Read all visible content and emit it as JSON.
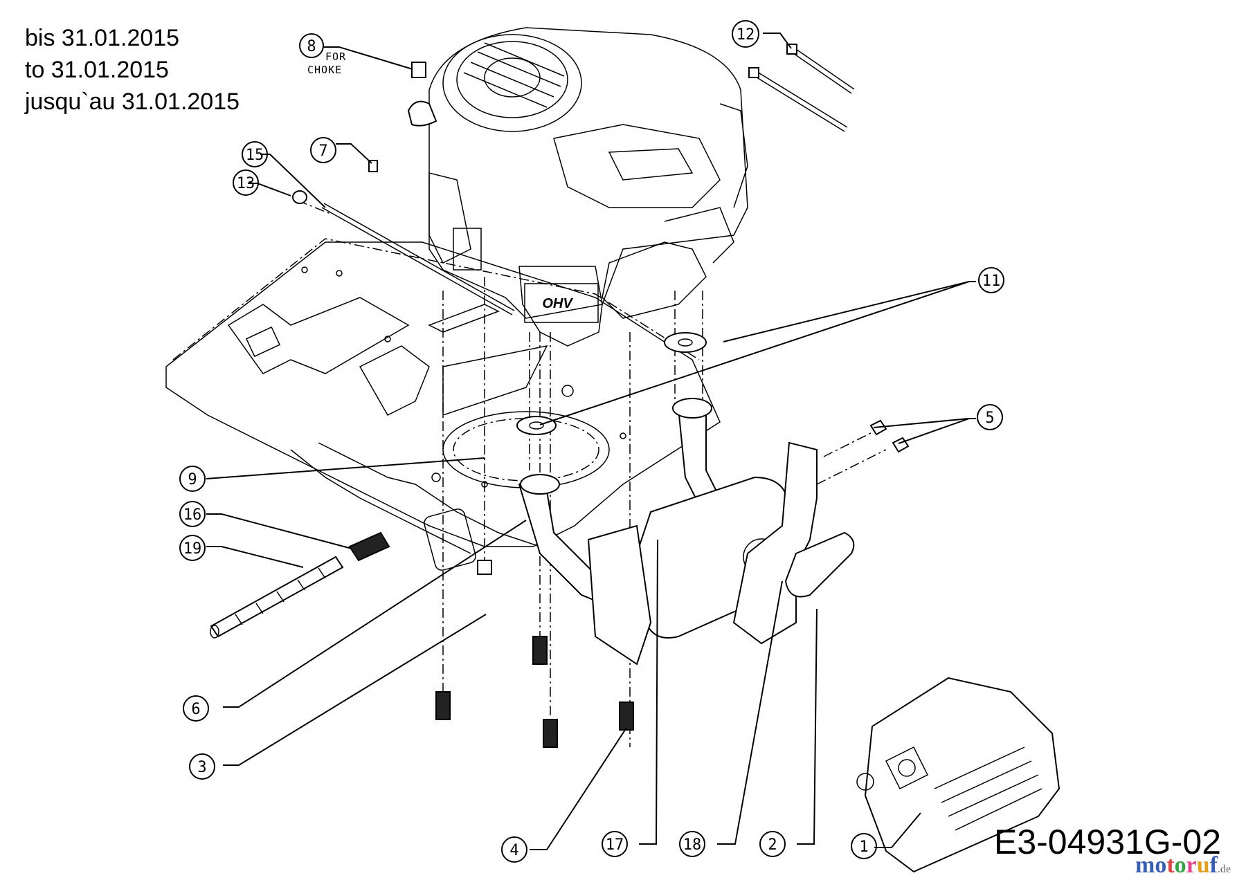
{
  "header": {
    "validity_lines": [
      "bis 31.01.2015",
      "to 31.01.2015",
      "jusqu`au 31.01.2015"
    ]
  },
  "footer": {
    "drawing_id": "E3-04931G-02",
    "watermark": {
      "letters": [
        "m",
        "o",
        "t",
        "o",
        "r",
        "u",
        "f"
      ],
      "colors": [
        "#3a5fb0",
        "#3a5fb0",
        "#d94848",
        "#3aa04a",
        "#e0458a",
        "#e0a020",
        "#3a5fb0"
      ],
      "suffix": ".de"
    }
  },
  "diagram": {
    "title": "Engine, exhaust and mounting parts exploded view",
    "engine_badge": "OHV",
    "choke_note": [
      "FOR",
      "CHOKE"
    ],
    "callouts": [
      {
        "number": "1"
      },
      {
        "number": "2"
      },
      {
        "number": "3"
      },
      {
        "number": "4"
      },
      {
        "number": "5"
      },
      {
        "number": "6"
      },
      {
        "number": "7"
      },
      {
        "number": "8"
      },
      {
        "number": "9"
      },
      {
        "number": "11"
      },
      {
        "number": "12"
      },
      {
        "number": "13"
      },
      {
        "number": "15"
      },
      {
        "number": "16"
      },
      {
        "number": "17"
      },
      {
        "number": "18"
      },
      {
        "number": "19"
      }
    ]
  }
}
